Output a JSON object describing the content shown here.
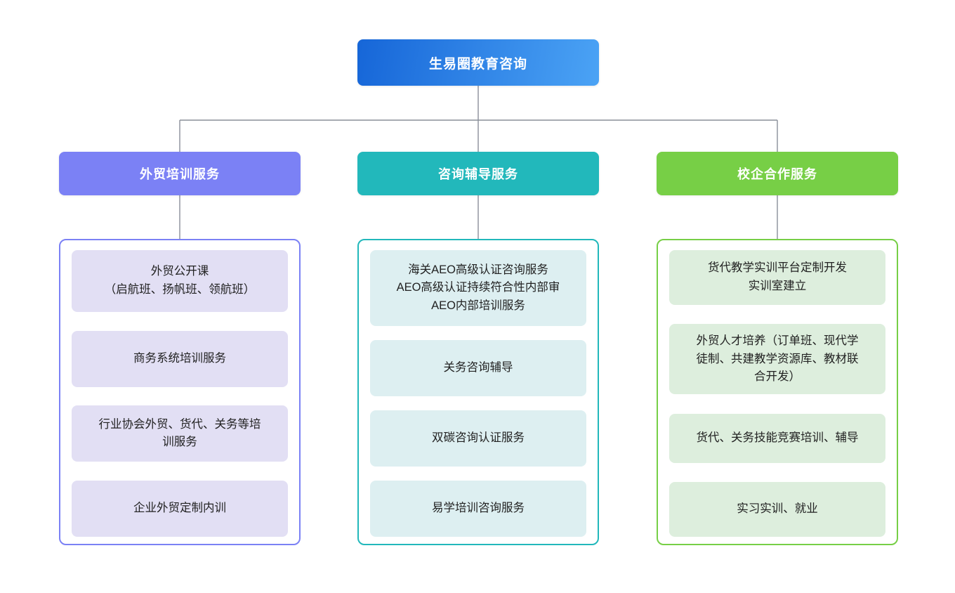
{
  "diagram": {
    "type": "org-chart",
    "root": {
      "label": "生易圈教育咨询",
      "color_from": "#1666d8",
      "color_to": "#4ba3f5"
    },
    "connector_color": "#8a8f99",
    "branches": [
      {
        "label": "外贸培训服务",
        "header_color": "#7b81f5",
        "border_color": "#7b81f5",
        "card_color": "#e2dff4",
        "items": [
          {
            "label": "外贸公开课\n（启航班、扬帆班、领航班）",
            "height": 88
          },
          {
            "label": "商务系统培训服务",
            "height": 80
          },
          {
            "label": "行业协会外贸、货代、关务等培\n训服务",
            "height": 80
          },
          {
            "label": "企业外贸定制内训",
            "height": 80
          }
        ]
      },
      {
        "label": "咨询辅导服务",
        "header_color": "#22b8bb",
        "border_color": "#22b8bb",
        "card_color": "#ddeff1",
        "items": [
          {
            "label": "海关AEO高级认证咨询服务\nAEO高级认证持续符合性内部审\nAEO内部培训服务",
            "height": 108
          },
          {
            "label": "关务咨询辅导",
            "height": 80
          },
          {
            "label": "双碳咨询认证服务",
            "height": 80
          },
          {
            "label": "易学培训咨询服务",
            "height": 80
          }
        ]
      },
      {
        "label": "校企合作服务",
        "header_color": "#77cf46",
        "border_color": "#77cf46",
        "card_color": "#ddeedd",
        "items": [
          {
            "label": "货代教学实训平台定制开发\n实训室建立",
            "height": 78
          },
          {
            "label": "外贸人才培养（订单班、现代学\n徒制、共建教学资源库、教材联\n合开发）",
            "height": 100
          },
          {
            "label": "货代、关务技能竞赛培训、辅导",
            "height": 70
          },
          {
            "label": "实习实训、就业",
            "height": 78
          }
        ]
      }
    ]
  }
}
